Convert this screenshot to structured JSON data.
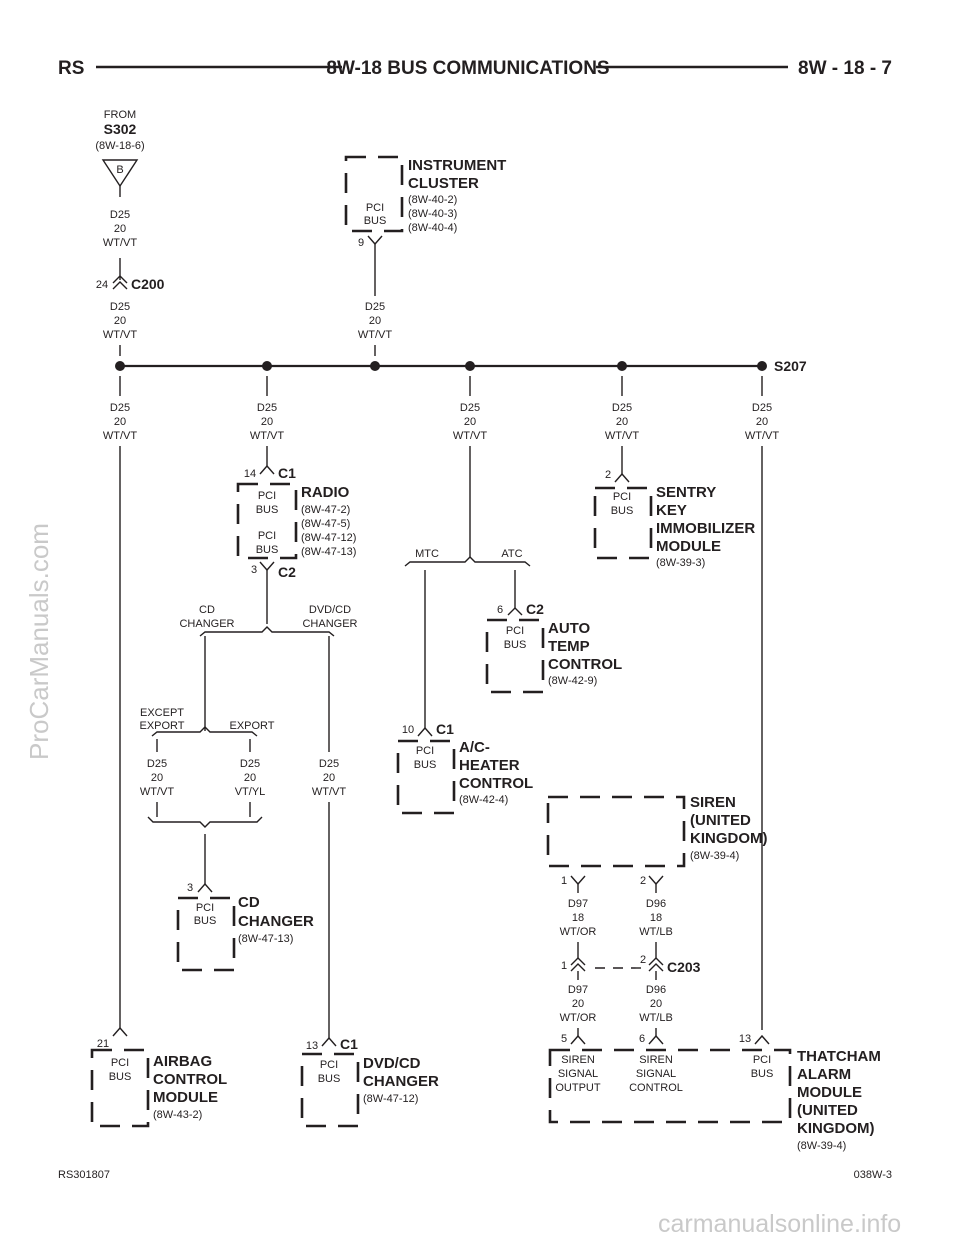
{
  "header": {
    "left": "RS",
    "title": "8W-18 BUS COMMUNICATIONS",
    "page": "8W - 18 - 7"
  },
  "footer": {
    "left": "RS301807",
    "right": "038W-3"
  },
  "watermarks": {
    "side": "ProCarManuals.com",
    "bottom": "carmanualsonline.info"
  },
  "source": {
    "from": "FROM",
    "splice": "S302",
    "ref": "(8W-18-6)",
    "pin": "B"
  },
  "wire": {
    "circuit": "D25",
    "gauge": "20",
    "color": "WT/VT",
    "color_alt": "VT/YL"
  },
  "pci_bus": [
    "PCI",
    "BUS"
  ],
  "connectors": {
    "c200": "C200",
    "c200_pin": "24",
    "s207": "S207",
    "c203": "C203",
    "c1": "C1",
    "c2": "C2"
  },
  "modules": {
    "instrument_cluster": {
      "name": [
        "INSTRUMENT",
        "CLUSTER"
      ],
      "refs": [
        "(8W-40-2)",
        "(8W-40-3)",
        "(8W-40-4)"
      ],
      "pin": "9"
    },
    "radio": {
      "name": [
        "RADIO"
      ],
      "refs": [
        "(8W-47-2)",
        "(8W-47-5)",
        "(8W-47-12)",
        "(8W-47-13)"
      ],
      "pin_c1": "14",
      "pin_c2": "3"
    },
    "sentry_key": {
      "name": [
        "SENTRY",
        "KEY",
        "IMMOBILIZER",
        "MODULE"
      ],
      "refs": [
        "(8W-39-3)"
      ],
      "pin": "2"
    },
    "auto_temp": {
      "name": [
        "AUTO",
        "TEMP",
        "CONTROL"
      ],
      "refs": [
        "(8W-42-9)"
      ],
      "pin": "6"
    },
    "ac_heater": {
      "name": [
        "A/C-",
        "HEATER",
        "CONTROL"
      ],
      "refs": [
        "(8W-42-4)"
      ],
      "pin": "10"
    },
    "cd_changer": {
      "name": [
        "CD",
        "CHANGER"
      ],
      "refs": [
        "(8W-47-13)"
      ],
      "pin": "3"
    },
    "siren": {
      "name": [
        "SIREN",
        "(UNITED",
        "KINGDOM)"
      ],
      "refs": [
        "(8W-39-4)"
      ],
      "pin1": "1",
      "pin2": "2"
    },
    "airbag": {
      "name": [
        "AIRBAG",
        "CONTROL",
        "MODULE"
      ],
      "refs": [
        "(8W-43-2)"
      ],
      "pin": "21"
    },
    "dvd_changer": {
      "name": [
        "DVD/CD",
        "CHANGER"
      ],
      "refs": [
        "(8W-47-12)"
      ],
      "pin": "13"
    },
    "thatcham": {
      "name": [
        "THATCHAM",
        "ALARM",
        "MODULE",
        "(UNITED",
        "KINGDOM)"
      ],
      "refs": [
        "(8W-39-4)"
      ],
      "pins": [
        "5",
        "6",
        "13"
      ],
      "inner": {
        "siren_output": [
          "SIREN",
          "SIGNAL",
          "OUTPUT"
        ],
        "siren_control": [
          "SIREN",
          "SIGNAL",
          "CONTROL"
        ]
      }
    }
  },
  "options": {
    "mtc": "MTC",
    "atc": "ATC",
    "cd_changer": [
      "CD",
      "CHANGER"
    ],
    "dvd_cd_changer": [
      "DVD/CD",
      "CHANGER"
    ],
    "except_export": [
      "EXCEPT",
      "EXPORT"
    ],
    "export": "EXPORT"
  },
  "siren_wires": {
    "d97_upper": {
      "circuit": "D97",
      "gauge": "18",
      "color": "WT/OR"
    },
    "d96_upper": {
      "circuit": "D96",
      "gauge": "18",
      "color": "WT/LB"
    },
    "d97_lower": {
      "circuit": "D97",
      "gauge": "20",
      "color": "WT/OR"
    },
    "d96_lower": {
      "circuit": "D96",
      "gauge": "20",
      "color": "WT/LB"
    },
    "c203_pin1": "1",
    "c203_pin2": "2"
  }
}
